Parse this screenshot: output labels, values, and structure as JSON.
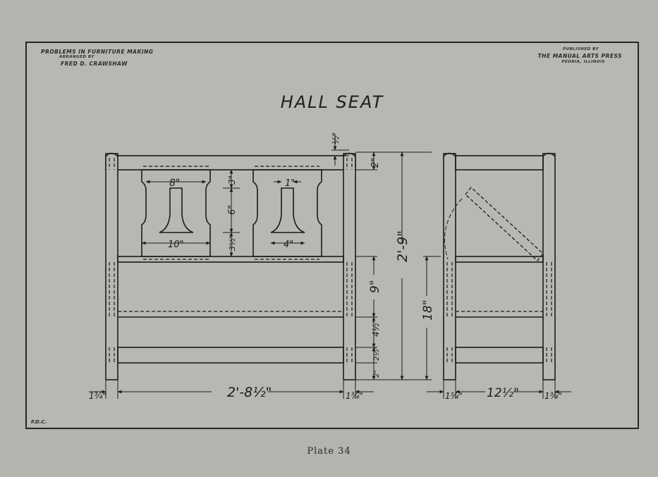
{
  "plate": {
    "header_left": {
      "line1": "Problems in Furniture Making",
      "line2": "Arranged by",
      "line3": "Fred D. Crawshaw"
    },
    "header_right": {
      "line1": "Published by",
      "line2": "The Manual Arts Press",
      "line3": "Peoria, Illinois"
    },
    "title": "Hall Seat",
    "initials": "F.D.C.",
    "caption": "Plate 34"
  },
  "dimensions": {
    "front_total_width": "2'-8½\"",
    "post_width_left": "1¾\"",
    "post_width_right": "1¾\"",
    "back_panel_width": "8\"",
    "back_panel_base_width": "10\"",
    "cutout_width": "1\"",
    "cutout_base_width": "4\"",
    "cutout_top": "3\"",
    "cutout_height": "6\"",
    "cutout_bottom": "3½\"",
    "top_rail": "2\"",
    "cap_offset": "½\"",
    "total_height": "2'-9\"",
    "seat_height": "18\"",
    "apron_height": "9\"",
    "lower_gap": "4½\"",
    "lower_rail": "2½\"",
    "foot_rail": "2\"",
    "side_width": "12½\"",
    "side_post_left": "1¾\"",
    "side_post_right": "1¾\""
  }
}
